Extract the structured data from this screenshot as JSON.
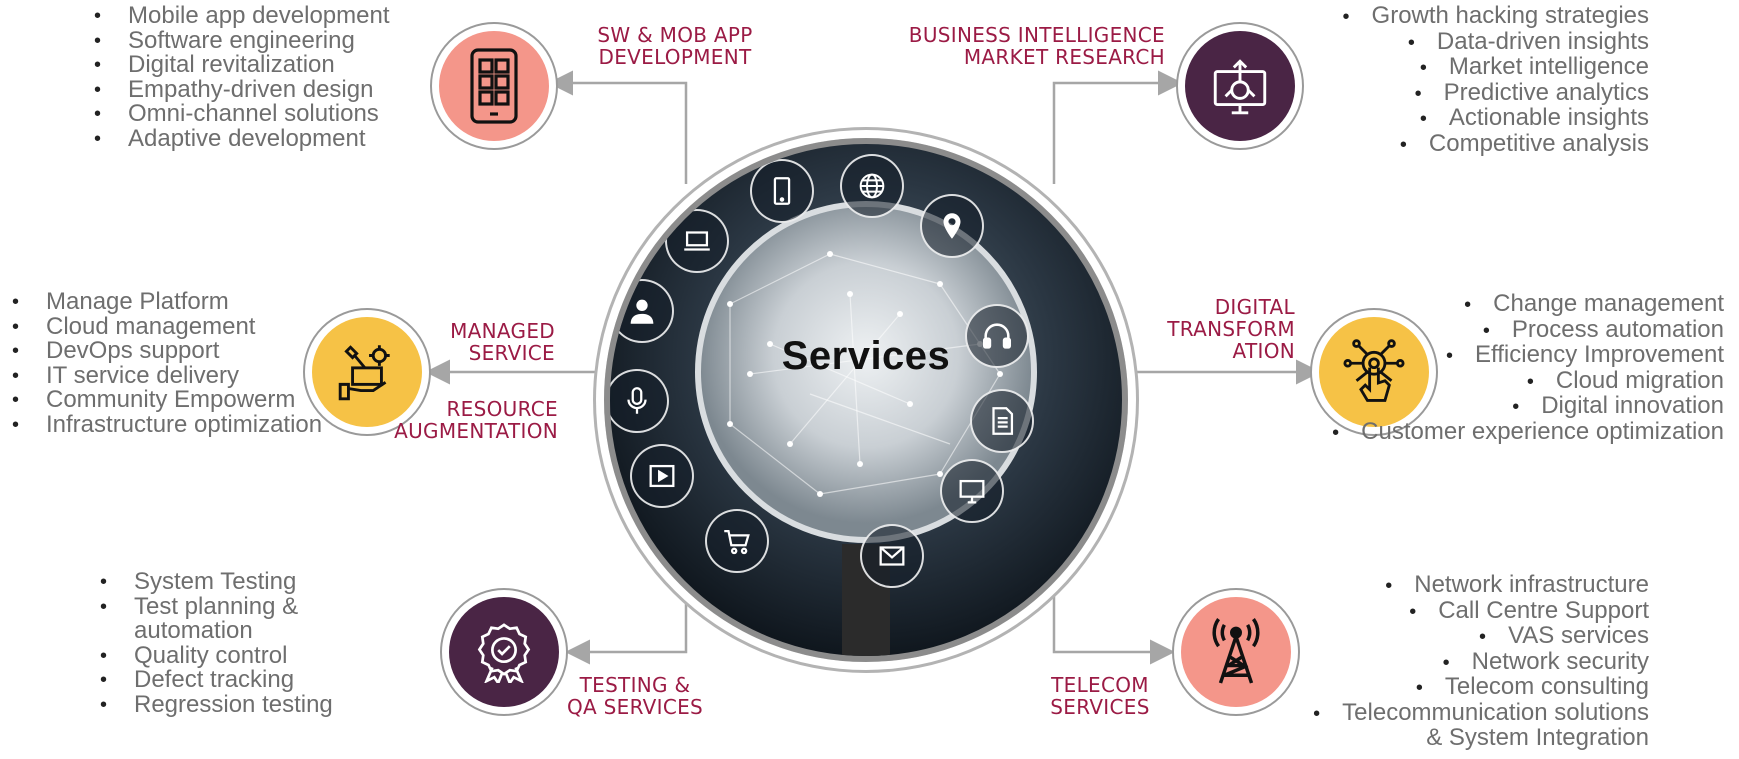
{
  "hub": {
    "title": "Services"
  },
  "sections": {
    "sw_mob": {
      "title": [
        "SW & MOB APP",
        "DEVELOPMENT"
      ],
      "icon": "mobile-app-icon",
      "items": [
        "Mobile app development",
        "Software engineering",
        "Digital revitalization",
        "Empathy-driven design",
        "Omni-channel solutions",
        "Adaptive development"
      ]
    },
    "bi": {
      "title": [
        "BUSINESS INTELLIGENCE",
        "MARKET RESEARCH"
      ],
      "icon": "analytics-monitor-icon",
      "items": [
        "Growth hacking strategies",
        "Data-driven insights",
        "Market intelligence",
        "Predictive analytics",
        "Actionable insights",
        "Competitive analysis"
      ]
    },
    "managed": {
      "title": [
        "MANAGED",
        "SERVICE"
      ],
      "title2": [
        "RESOURCE",
        "AUGMENTATION"
      ],
      "icon": "tools-hand-icon",
      "items": [
        "Manage Platform",
        "Cloud management",
        "DevOps support",
        "IT service delivery",
        "Community Empowerm",
        "Infrastructure optimization"
      ]
    },
    "digital": {
      "title": [
        "DIGITAL",
        "TRANSFORM",
        "ATION"
      ],
      "icon": "touch-network-icon",
      "items": [
        "Change management",
        "Process automation",
        "Efficiency Improvement",
        "Cloud migration",
        "Digital innovation",
        "Customer experience optimization"
      ]
    },
    "testing": {
      "title": [
        "TESTING &",
        "QA SERVICES"
      ],
      "icon": "quality-badge-icon",
      "items": [
        "System Testing",
        "Test planning &",
        "automation",
        "Quality control",
        "Defect tracking",
        "Regression testing"
      ]
    },
    "telecom": {
      "title": [
        "TELECOM",
        "SERVICES"
      ],
      "icon": "antenna-tower-icon",
      "items": [
        "Network infrastructure",
        "Call Centre Support",
        "VAS services",
        "Network security",
        "Telecom consulting",
        "Telecommunication solutions",
        "& System Integration"
      ]
    }
  },
  "colors": {
    "accent_text": "#9b1b45",
    "salmon": "#f4968a",
    "plum": "#4a2545",
    "amber": "#f6c246",
    "list_text": "#6e6e6e",
    "connector": "#a6a6a6"
  }
}
